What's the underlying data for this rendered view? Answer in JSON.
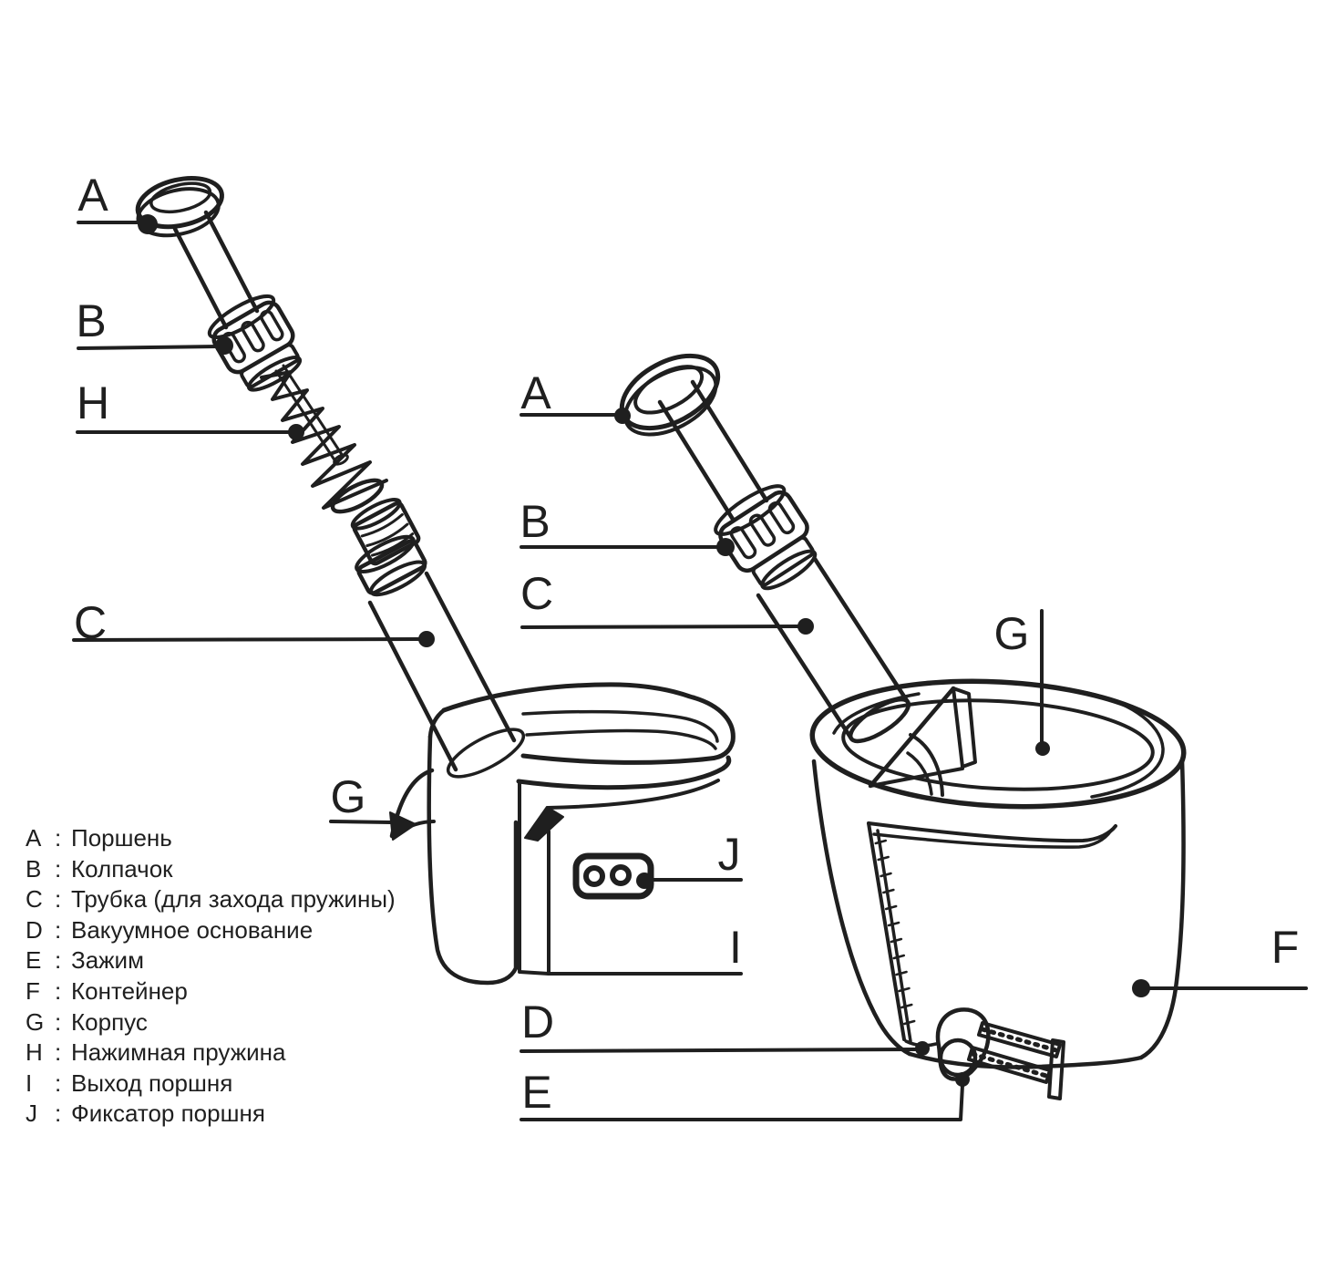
{
  "figure": {
    "type": "exploded-parts-diagram",
    "description": "Line drawing of a vacuum-mounted dispenser: exploded piston assembly (left) and assembled unit with container (right)",
    "language": "ru"
  },
  "colors": {
    "ink": "#1f1f1f",
    "paper": "#ffffff"
  },
  "parts": {
    "a": "A",
    "b": "B",
    "c": "C",
    "d": "D",
    "e": "E",
    "f": "F",
    "g": "G",
    "h": "H",
    "i": "I",
    "j": "J"
  },
  "legend": {
    "separator": ":",
    "items": [
      {
        "key": "A",
        "name": "Поршень"
      },
      {
        "key": "B",
        "name": "Колпачок"
      },
      {
        "key": "C",
        "name": "Трубка (для захода пружины)"
      },
      {
        "key": "D",
        "name": "Вакуумное основание"
      },
      {
        "key": "E",
        "name": "Зажим"
      },
      {
        "key": "F",
        "name": "Контейнер"
      },
      {
        "key": "G",
        "name": "Корпус"
      },
      {
        "key": "H",
        "name": "Нажимная пружина"
      },
      {
        "key": "I",
        "name": "Выход поршня"
      },
      {
        "key": "J",
        "name": "Фиксатор поршня"
      }
    ]
  }
}
